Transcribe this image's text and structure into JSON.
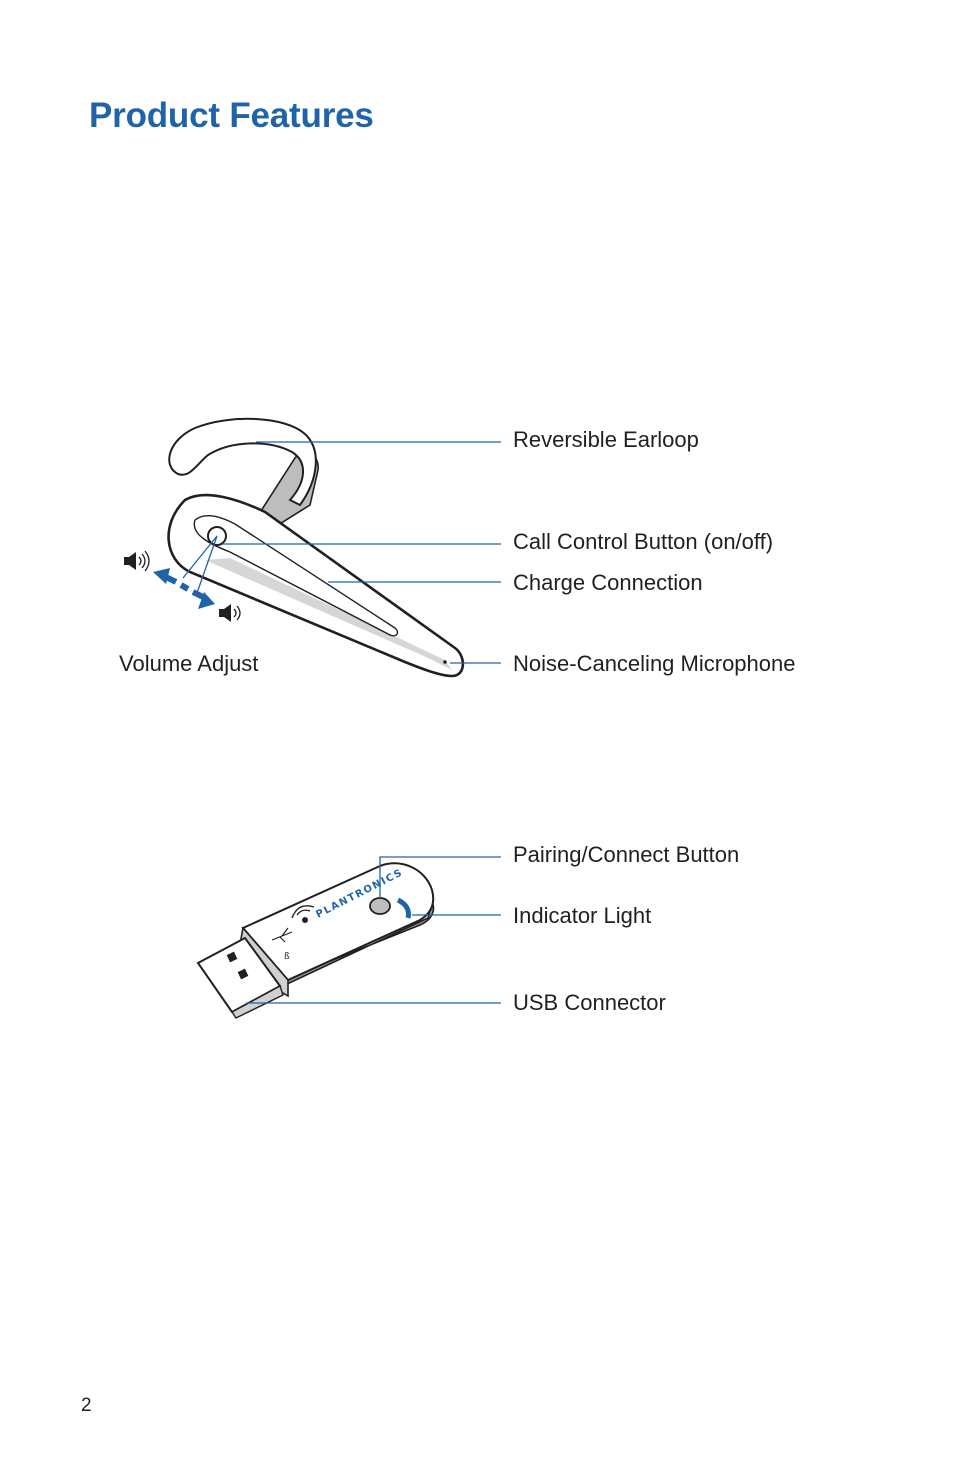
{
  "page": {
    "title": "Product Features",
    "page_number": "2"
  },
  "headset": {
    "callouts": {
      "earloop": "Reversible Earloop",
      "call_control": "Call Control Button (on/off)",
      "charge": "Charge Connection",
      "microphone": "Noise-Canceling Microphone",
      "volume": "Volume Adjust"
    }
  },
  "usb_adapter": {
    "brand": "PLANTRONICS",
    "callouts": {
      "pairing": "Pairing/Connect Button",
      "indicator": "Indicator Light",
      "connector": "USB Connector"
    }
  },
  "colors": {
    "accent": "#1f64a8",
    "text": "#231f20",
    "outline": "#231f20",
    "gray": "#bdbdbd"
  },
  "icons": [
    "speaker-icon",
    "volume-arrow-icon",
    "usb-symbol-icon",
    "bluetooth-icon",
    "wireless-icon"
  ]
}
